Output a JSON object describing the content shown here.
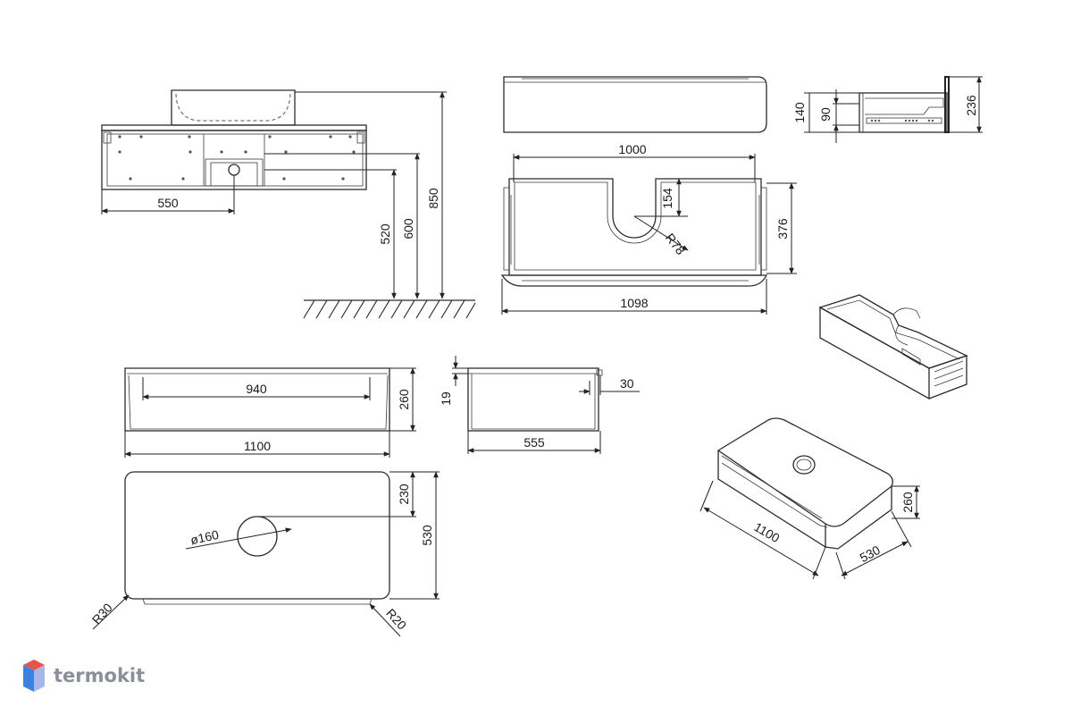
{
  "dimensions": {
    "front_width": "550",
    "height_total": "850",
    "height_drain": "600",
    "height_bottom": "520",
    "top_width": "1000",
    "cutout_depth": "154",
    "cutout_radius": "R78",
    "cabinet_depth": "376",
    "top_total_width": "1098",
    "drawer_height_1": "140",
    "drawer_height_2": "90",
    "drawer_height_3": "236",
    "handle_width": "940",
    "front_height": "260",
    "top_overall_width": "1100",
    "top_thickness": "19",
    "side_depth": "555",
    "handle_depth": "30",
    "drain_offset": "230",
    "drain_diameter": "ø160",
    "sink_depth": "530",
    "corner_r1": "R30",
    "corner_r2": "R20",
    "iso_width": "1100",
    "iso_depth": "530",
    "iso_height": "260"
  },
  "brand": {
    "name": "termokit",
    "colors": {
      "top": "#e8534a",
      "left": "#3b82e0",
      "right": "#a6b8e8"
    }
  }
}
